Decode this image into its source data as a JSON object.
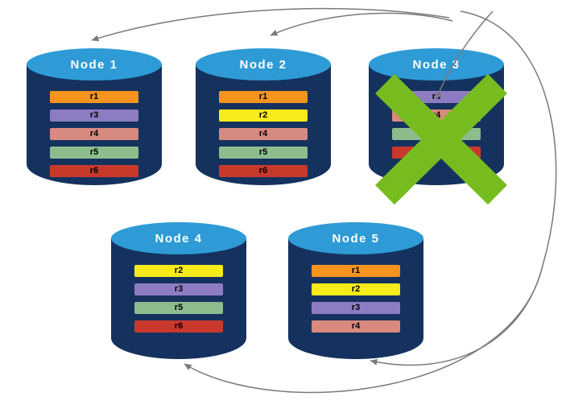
{
  "colors": {
    "cylinder_body": "#15325F",
    "cylinder_top": "#2E9BD6",
    "arrow": "#7A7A7A",
    "failure_x": "#77BC1F"
  },
  "nodes": [
    {
      "name": "Node 1",
      "failed": false,
      "shards": [
        {
          "label": "r1",
          "color": "#F7941E"
        },
        {
          "label": "r3",
          "color": "#8E7CC3"
        },
        {
          "label": "r4",
          "color": "#D88A7E"
        },
        {
          "label": "r5",
          "color": "#8DBD8D"
        },
        {
          "label": "r6",
          "color": "#C9392B"
        }
      ]
    },
    {
      "name": "Node 2",
      "failed": false,
      "shards": [
        {
          "label": "r1",
          "color": "#F7941E"
        },
        {
          "label": "r2",
          "color": "#F7EB1A"
        },
        {
          "label": "r4",
          "color": "#D88A7E"
        },
        {
          "label": "r5",
          "color": "#8DBD8D"
        },
        {
          "label": "r6",
          "color": "#C9392B"
        }
      ]
    },
    {
      "name": "Node 3",
      "failed": true,
      "shards": [
        {
          "label": "r3",
          "color": "#8E7CC3"
        },
        {
          "label": "r4",
          "color": "#D88A7E"
        },
        {
          "label": "r5",
          "color": "#8DBD8D"
        },
        {
          "label": "r6",
          "color": "#C9392B"
        }
      ]
    },
    {
      "name": "Node 4",
      "failed": false,
      "shards": [
        {
          "label": "r2",
          "color": "#F7EB1A"
        },
        {
          "label": "r3",
          "color": "#8E7CC3"
        },
        {
          "label": "r5",
          "color": "#8DBD8D"
        },
        {
          "label": "r6",
          "color": "#C9392B"
        }
      ]
    },
    {
      "name": "Node 5",
      "failed": false,
      "shards": [
        {
          "label": "r1",
          "color": "#F7941E"
        },
        {
          "label": "r2",
          "color": "#F7EB1A"
        },
        {
          "label": "r3",
          "color": "#8E7CC3"
        },
        {
          "label": "r4",
          "color": "#D88A7E"
        }
      ]
    }
  ]
}
